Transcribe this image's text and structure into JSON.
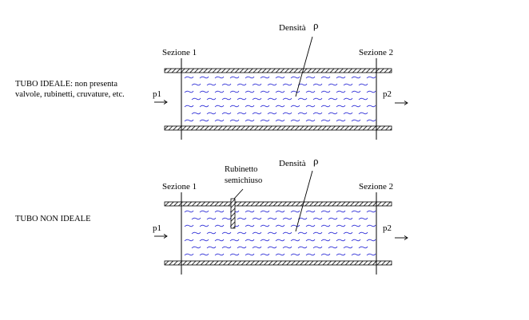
{
  "diagram_1": {
    "description": "TUBO IDEALE: non presenta valvole, rubinetti, cruvature, etc.",
    "section_left": "Sezione 1",
    "section_right": "Sezione 2",
    "density_label": "Densità",
    "density_symbol": "ρ",
    "pressure_in": "p1",
    "pressure_out": "p2"
  },
  "diagram_2": {
    "description": "TUBO NON IDEALE",
    "section_left": "Sezione 1",
    "section_right": "Sezione 2",
    "density_label": "Densità",
    "density_symbol": "ρ",
    "valve_label_line1": "Rubinetto",
    "valve_label_line2": "semichiuso",
    "pressure_in": "p1",
    "pressure_out": "p2"
  },
  "colors": {
    "fluid_marks": "#2a2ad6",
    "wall": "#000000"
  }
}
